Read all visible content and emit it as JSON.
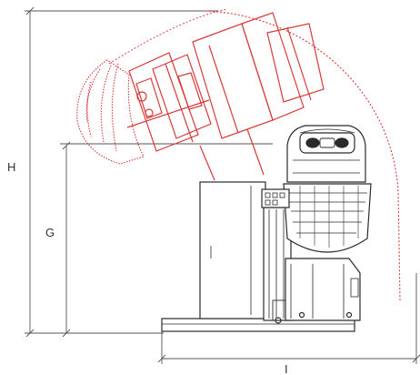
{
  "colors": {
    "line": "#2b2b2b",
    "dimension": "#555555",
    "tilted_head": "#d83a3a",
    "background": "#ffffff"
  },
  "dimensions": {
    "height_label": "H",
    "pivot_height_label": "G",
    "length_label": "I"
  }
}
